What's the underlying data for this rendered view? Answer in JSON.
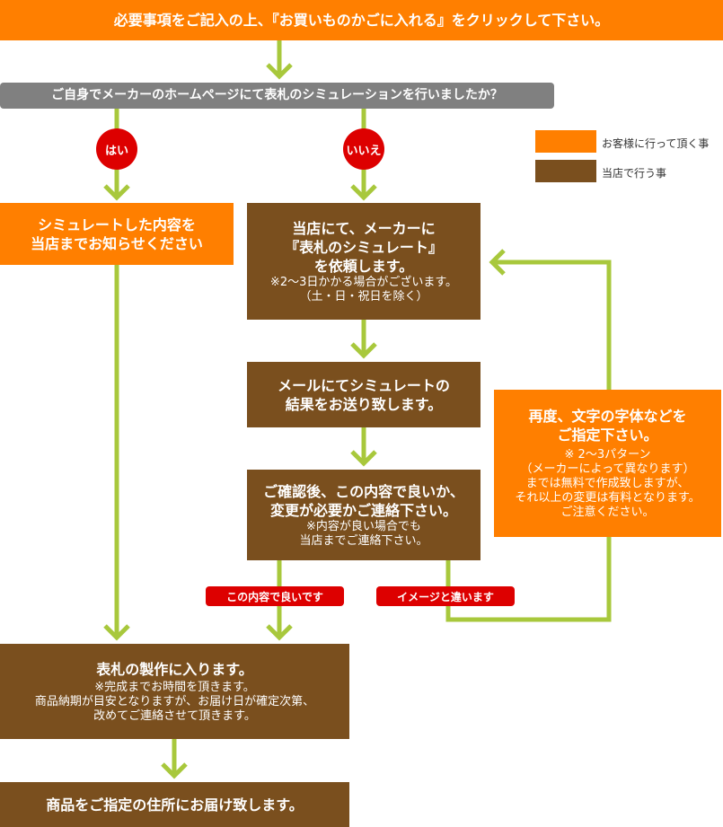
{
  "header": {
    "text": "必要事項をご記入の上、『お買いものかごに入れる』をクリックして下さい。"
  },
  "question": {
    "text": "ご自身でメーカーのホームページにて表札のシミュレーションを行いましたか？"
  },
  "answers": {
    "yes": "はい",
    "no": "いいえ"
  },
  "legend": [
    {
      "label": "お客様に行って頂く事",
      "color": "#ff7f00"
    },
    {
      "label": "当店で行う事",
      "color": "#7a4f1e"
    }
  ],
  "yes_step": {
    "title": "シミュレートした内容を\n当店までお知らせください"
  },
  "no_step1": {
    "title": "当店にて、メーカーに\n『表札のシミュレート』\nを依頼します。",
    "note": "※2～3日かかる場合がございます。\n（土・日・祝日を除く）"
  },
  "no_step2": {
    "title": "メールにてシミュレートの\n結果をお送り致します。"
  },
  "no_step3": {
    "title": "ご確認後、この内容で良いか、\n変更が必要かご連絡下さい。",
    "note": "※内容が良い場合でも\n当店までご連絡下さい。"
  },
  "redo": {
    "title": "再度、文字の字体などを\nご指定下さい。",
    "note": "※ 2～3パターン\n（メーカーによって異なります）\nまでは無料で作成致しますが、\nそれ以上の変更は有料となります。\nご注意ください。"
  },
  "labels": {
    "ok": "この内容で良いです",
    "different": "イメージと違います"
  },
  "production": {
    "title": "表札の製作に入ります。",
    "note": "※完成までお時間を頂きます。\n商品納期が目安となりますが、お届け日が確定次第、\n改めてご連絡させて頂きます。"
  },
  "delivery": {
    "title": "商品をご指定の住所にお届け致します。"
  },
  "colors": {
    "customer": "#ff7f00",
    "store": "#7a4f1e",
    "arrow": "#a8c83c",
    "alert": "#dd0000",
    "question": "#808080"
  }
}
